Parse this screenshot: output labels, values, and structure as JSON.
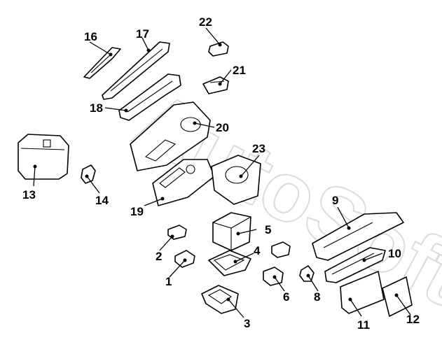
{
  "diagram": {
    "watermark": "AutoSoft",
    "callouts": [
      {
        "id": "label-1",
        "text": "1"
      },
      {
        "id": "label-2",
        "text": "2"
      },
      {
        "id": "label-3",
        "text": "3"
      },
      {
        "id": "label-4",
        "text": "4"
      },
      {
        "id": "label-5",
        "text": "5"
      },
      {
        "id": "label-6",
        "text": "6"
      },
      {
        "id": "label-8",
        "text": "8"
      },
      {
        "id": "label-9",
        "text": "9"
      },
      {
        "id": "label-10",
        "text": "10"
      },
      {
        "id": "label-11",
        "text": "11"
      },
      {
        "id": "label-12",
        "text": "12"
      },
      {
        "id": "label-13",
        "text": "13"
      },
      {
        "id": "label-14",
        "text": "14"
      },
      {
        "id": "label-16",
        "text": "16"
      },
      {
        "id": "label-17",
        "text": "17"
      },
      {
        "id": "label-18",
        "text": "18"
      },
      {
        "id": "label-19",
        "text": "19"
      },
      {
        "id": "label-20",
        "text": "20"
      },
      {
        "id": "label-21",
        "text": "21"
      },
      {
        "id": "label-22",
        "text": "22"
      },
      {
        "id": "label-23",
        "text": "23"
      }
    ]
  }
}
